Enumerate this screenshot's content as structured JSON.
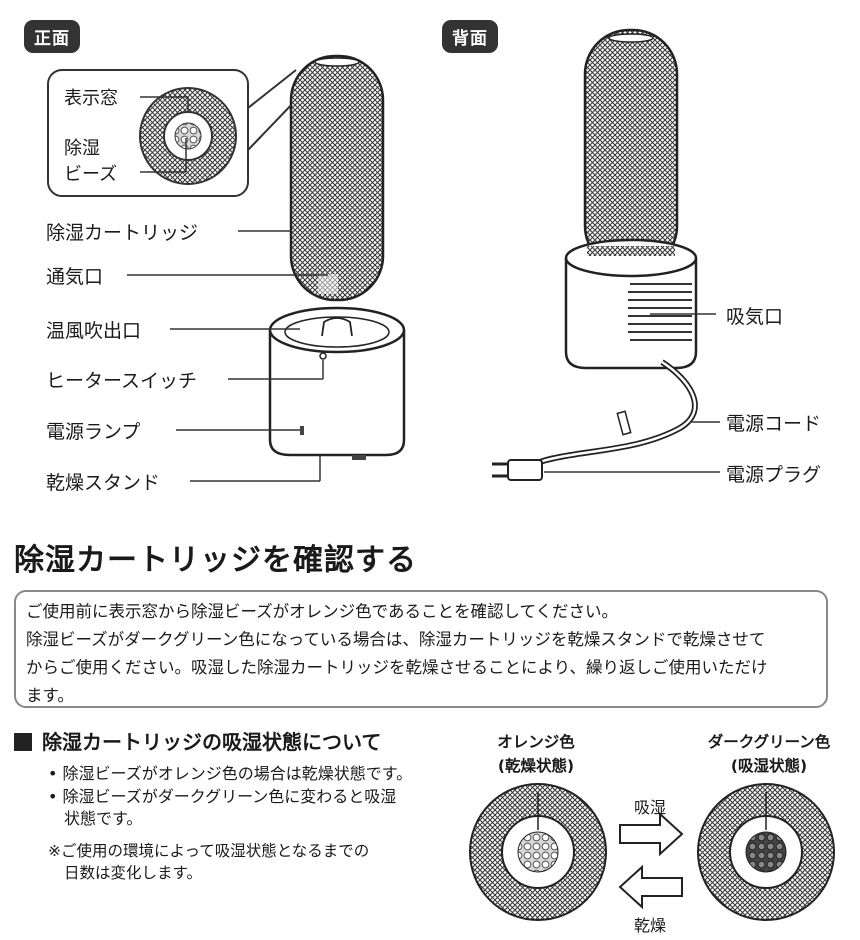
{
  "front": {
    "tag": "正面",
    "zoom_labels": [
      "表示窓",
      "除湿",
      "ビーズ"
    ],
    "labels": [
      "除湿カートリッジ",
      "通気口",
      "温風吹出口",
      "ヒータースイッチ",
      "電源ランプ",
      "乾燥スタンド"
    ]
  },
  "back": {
    "tag": "背面",
    "labels": [
      "吸気口",
      "電源コード",
      "電源プラグ"
    ]
  },
  "section": {
    "title": "除湿カートリッジを確認する",
    "box_lines": [
      "ご使用前に表示窓から除湿ビーズがオレンジ色であることを確認してください。",
      "除湿ビーズがダークグリーン色になっている場合は、除湿カートリッジを乾燥スタンドで乾燥させて",
      "からご使用ください。吸湿した除湿カートリッジを乾燥させることにより、繰り返しご使用いただけ",
      "ます。"
    ]
  },
  "state": {
    "heading": "除湿カートリッジの吸湿状態について",
    "bullets": [
      "• 除湿ビーズがオレンジ色の場合は乾燥状態です。",
      "• 除湿ビーズがダークグリーン色に変わると吸湿",
      "状態です。"
    ],
    "note_lines": [
      "※ご使用の環境によって吸湿状態となるまでの",
      "日数は変化します。"
    ],
    "orange": {
      "name": "オレンジ色",
      "state": "(乾燥状態)"
    },
    "green": {
      "name": "ダークグリーン色",
      "state": "(吸湿状態)"
    },
    "arrow_right": "吸湿",
    "arrow_left": "乾燥"
  }
}
